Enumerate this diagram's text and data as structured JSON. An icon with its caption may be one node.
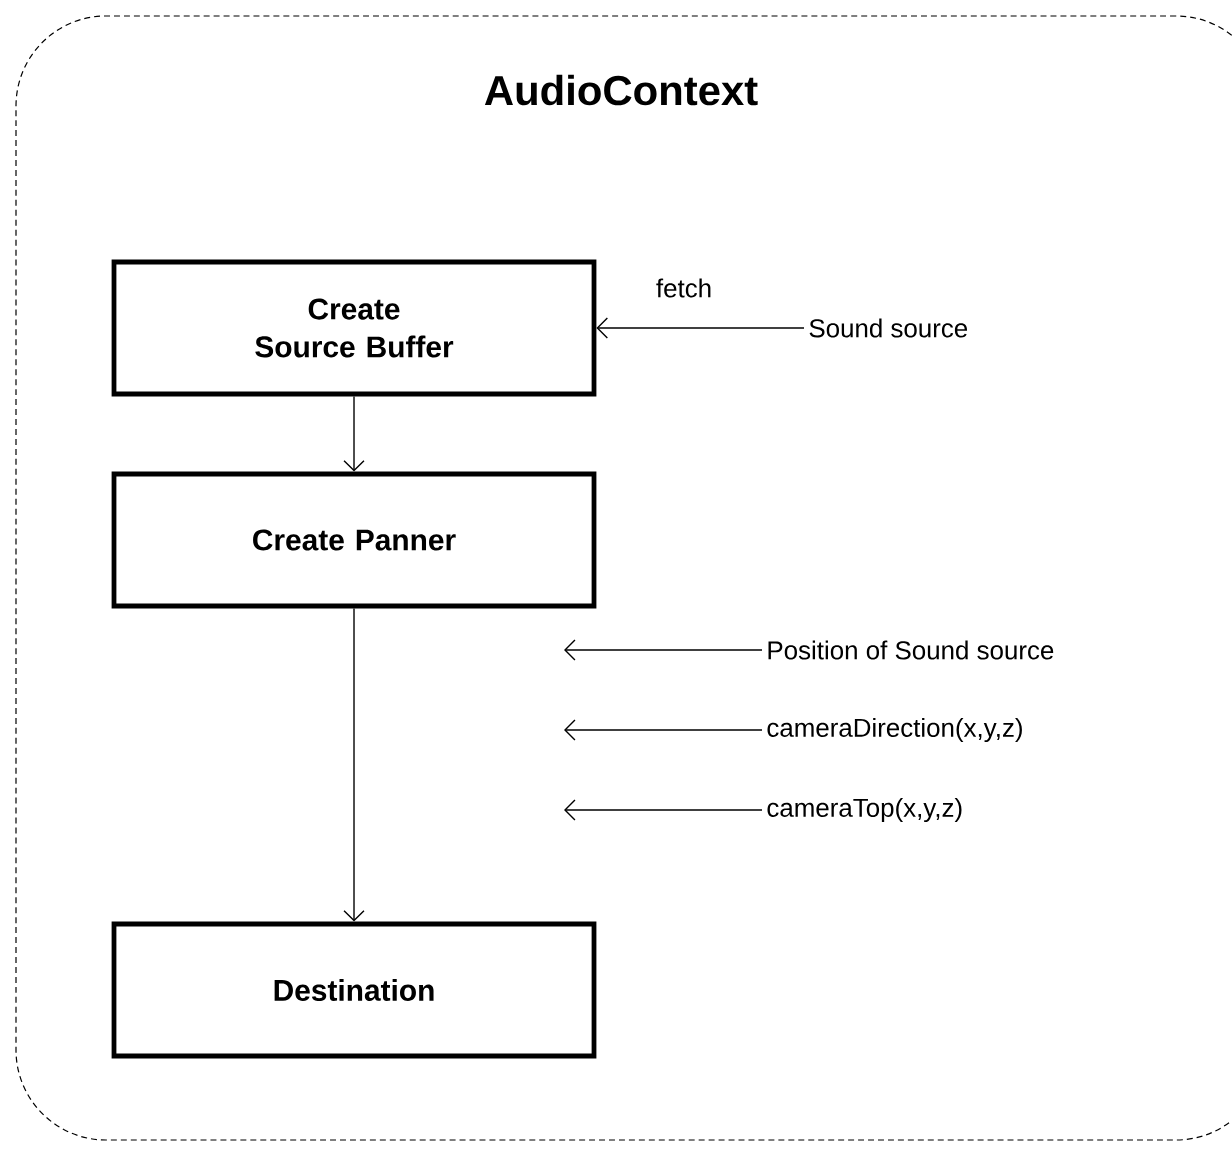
{
  "diagram": {
    "nodes": [
      {
        "text": [
          "AudioContext"
        ]
      },
      {
        "text": [
          "Create Source Buffer"
        ],
        "in": 0
      },
      {
        "text": [
          "Create Panner"
        ],
        "in": 0
      },
      {
        "text": [
          "Destination"
        ],
        "in": 0
      },
      {
        "text": [
          "Sound source"
        ],
        "in": 0
      },
      {
        "text": [
          "Position of Sound source"
        ],
        "in": 0
      },
      {
        "text": [
          "cameraDirection(x,y,z)"
        ],
        "in": 0
      },
      {
        "text": [
          "cameraTop(x,y,z)"
        ],
        "in": 0
      }
    ],
    "edges": [
      {
        "from": 1,
        "to": 2,
        "arrow": "to"
      },
      {
        "from": 2,
        "to": 3,
        "arrow": "to"
      },
      {
        "from": 4,
        "to": 1,
        "arrow": "to",
        "label": "fetch"
      },
      {
        "from": 5,
        "to": null,
        "arrow": "to"
      },
      {
        "from": 6,
        "to": null,
        "arrow": "to"
      },
      {
        "from": 7,
        "to": null,
        "arrow": "to"
      }
    ]
  }
}
